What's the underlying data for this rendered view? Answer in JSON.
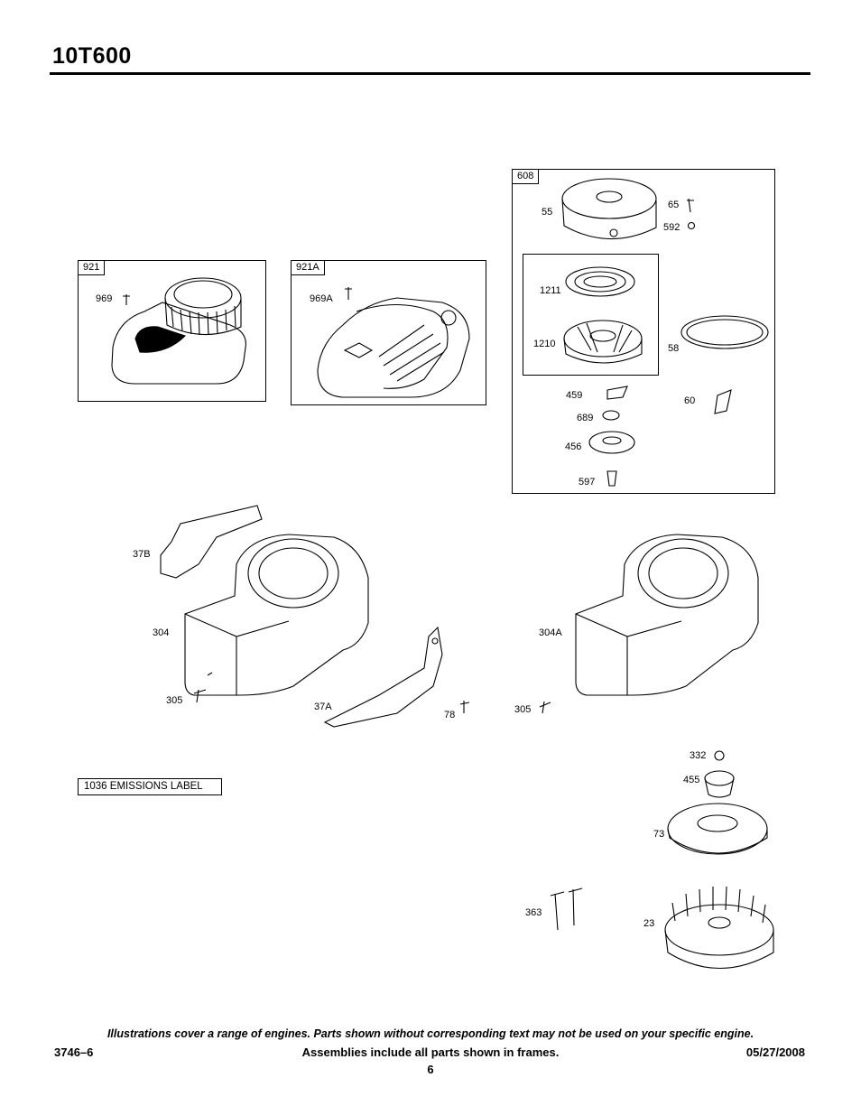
{
  "header": {
    "title": "10T600"
  },
  "frames": {
    "f921": "921",
    "f921a": "921A",
    "f608": "608"
  },
  "parts": {
    "p969": "969",
    "p969a": "969A",
    "p55": "55",
    "p65": "65",
    "p592": "592",
    "p1211": "1211",
    "p1210": "1210",
    "p58": "58",
    "p459": "459",
    "p60": "60",
    "p689": "689",
    "p456": "456",
    "p597": "597",
    "p37b": "37B",
    "p304": "304",
    "p304a": "304A",
    "p305a": "305",
    "p37a": "37A",
    "p78": "78",
    "p305b": "305",
    "p332": "332",
    "p455": "455",
    "p73": "73",
    "p363": "363",
    "p23": "23"
  },
  "emissions_label": "1036 EMISSIONS LABEL",
  "footer": {
    "note": "Illustrations cover a range of engines. Parts shown without corresponding text may not be used on your specific engine.",
    "left": "3746–6",
    "center": "Assemblies include all parts shown in frames.",
    "right": "05/27/2008",
    "page": "6"
  }
}
